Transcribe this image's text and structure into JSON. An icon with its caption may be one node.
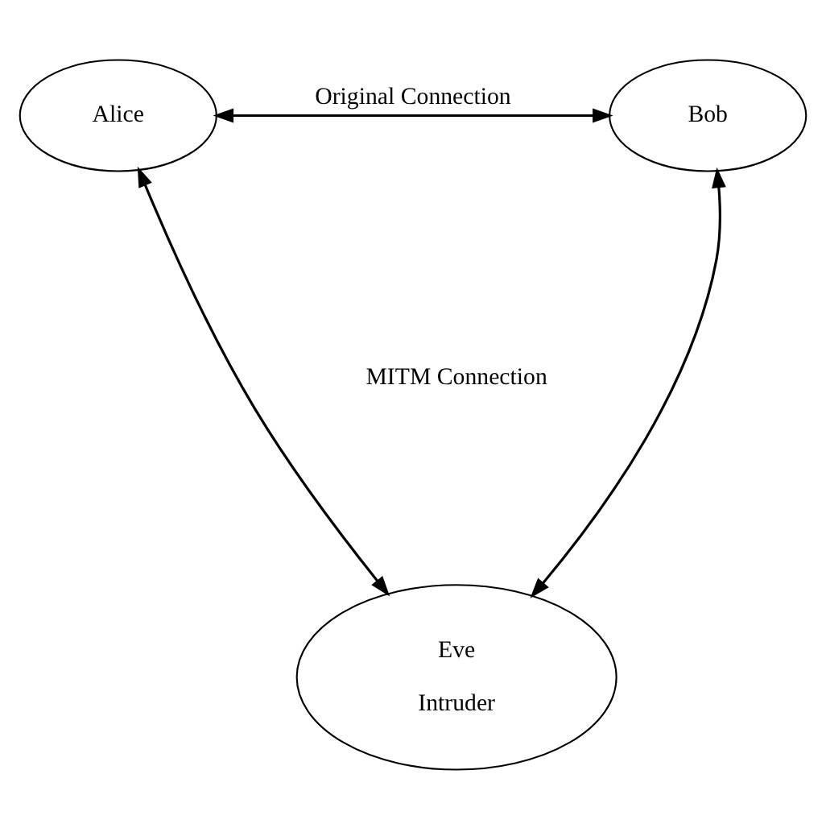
{
  "diagram": {
    "nodes": [
      {
        "text": [
          "Alice"
        ]
      },
      {
        "text": [
          "Bob"
        ]
      },
      {
        "text": [
          "Eve",
          "Intruder"
        ]
      }
    ],
    "edges": [
      {
        "from": 0,
        "to": 1,
        "arrow": "both",
        "label": "Original Connection"
      },
      {
        "from": 0,
        "to": 2,
        "arrow": "both"
      },
      {
        "from": 1,
        "to": 2,
        "arrow": "both"
      }
    ],
    "labels": [
      "MITM Connection"
    ]
  }
}
